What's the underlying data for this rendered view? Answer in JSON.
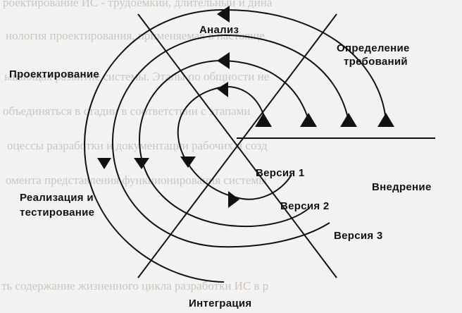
{
  "background_text": {
    "lines": [
      "роектирование ИС - трудоемкий, длительный и дина",
      "нология проектирования, применяемая в настояще",
      "ывающая развитие системы. Этапы по общности не",
      "объединяться в стадии в соответствии с этапами",
      "оцессы разработки и документации рабочих и созд",
      "омента представления функционирования системы",
      "ть содержание жизненного цикла разработки ИС в р"
    ]
  },
  "diagram": {
    "labels": {
      "analysis": "Анализ",
      "requirements_line1": "Определение",
      "requirements_line2": "требований",
      "design": "Проектирование",
      "implementation_line1": "Реализация и",
      "implementation_line2": "тестирование",
      "integration": "Интеграция",
      "deployment": "Внедрение",
      "version1": "Версия 1",
      "version2": "Версия 2",
      "version3": "Версия 3"
    }
  }
}
